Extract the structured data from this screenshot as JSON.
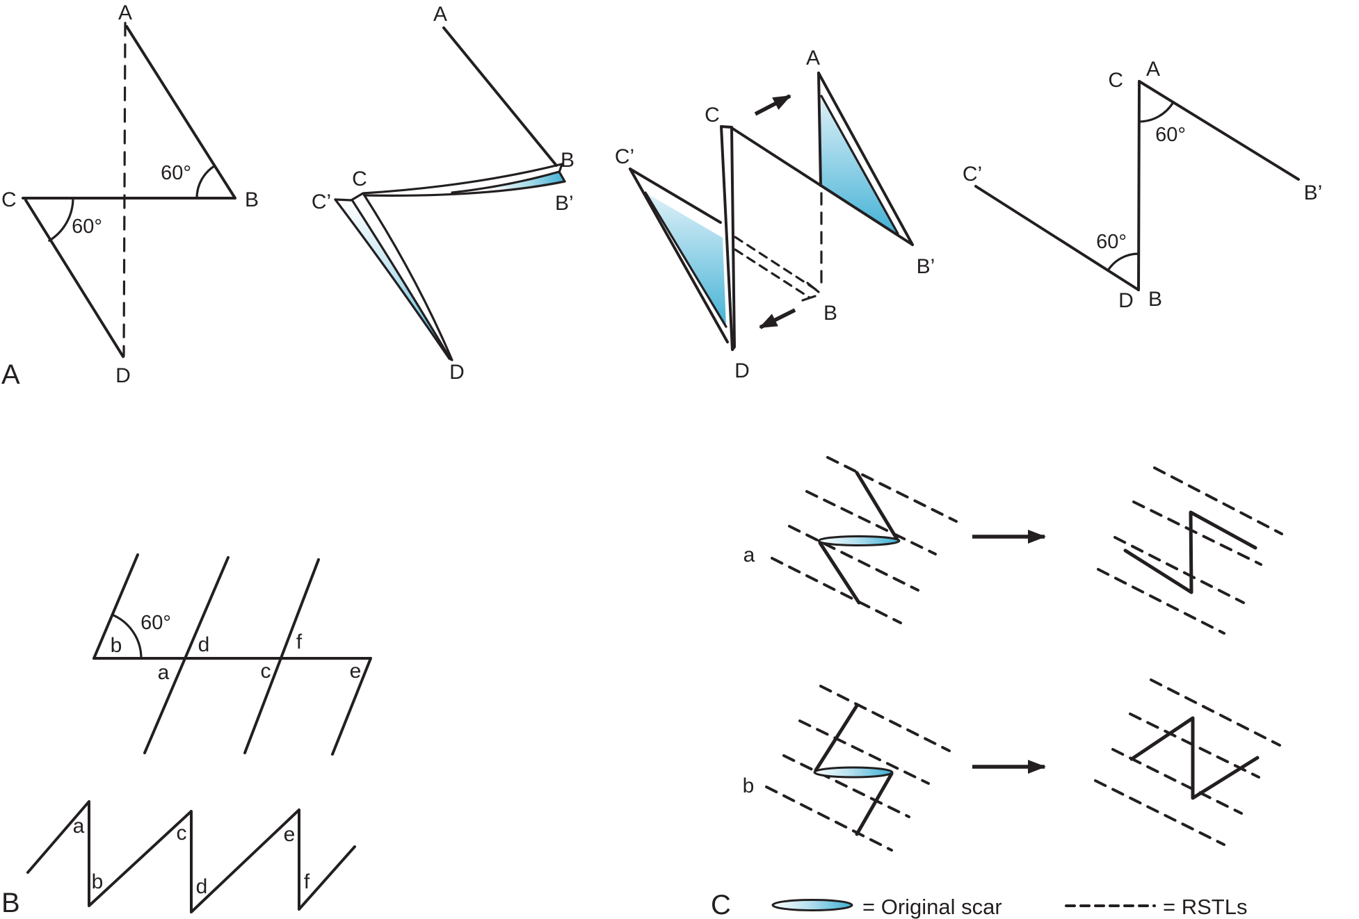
{
  "colors": {
    "ink": "#231f20",
    "scar_blue": "#4eb6d8",
    "scar_blue_light": "#d9eff7",
    "background": "#ffffff"
  },
  "panel_a": {
    "label": "A",
    "step1": {
      "a": "A",
      "b": "B",
      "c": "C",
      "d": "D",
      "angle_b": "60°",
      "angle_c": "60°"
    },
    "step2": {
      "a": "A",
      "b": "B",
      "b_prime": "B’",
      "c": "C",
      "c_prime": "C’",
      "d": "D"
    },
    "step3": {
      "a": "A",
      "b": "B",
      "b_prime": "B’",
      "c": "C",
      "c_prime": "C’",
      "d": "D"
    },
    "step4": {
      "a": "A",
      "b": "B",
      "b_prime": "B’",
      "c": "C",
      "c_prime": "C’",
      "d": "D",
      "angle_top": "60°",
      "angle_bottom": "60°"
    }
  },
  "panel_b": {
    "label": "B",
    "design": {
      "angle": "60°",
      "above": [
        "b",
        "d",
        "f"
      ],
      "below": [
        "a",
        "c",
        "e"
      ]
    },
    "zigzag": [
      "a",
      "b",
      "c",
      "d",
      "e",
      "f"
    ]
  },
  "panel_c": {
    "label": "C",
    "rows": [
      {
        "label": "a"
      },
      {
        "label": "b"
      }
    ],
    "legend": {
      "scar": "= Original scar",
      "rstl": "= RSTLs"
    }
  }
}
